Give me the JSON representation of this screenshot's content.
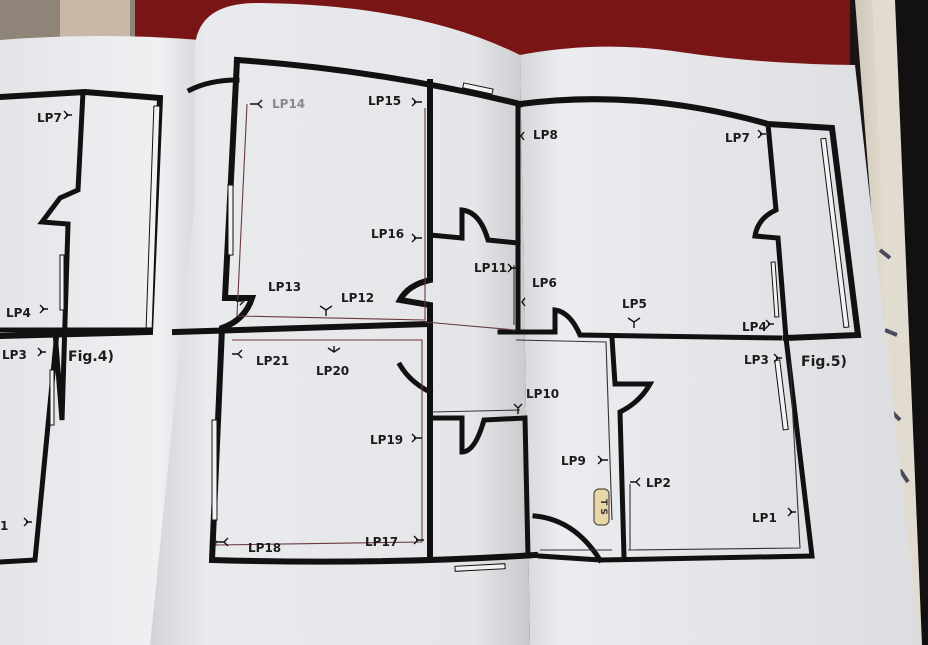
{
  "scene": {
    "description": "Photograph of an open book showing electrical lighting floor plans",
    "colors": {
      "backdrop_red": "#7a1516",
      "page_white": "#e9eaec",
      "wall_black": "#111111",
      "wire_red": "#6b3a3f",
      "panel_fill": "#e6d6a8"
    }
  },
  "figure4": {
    "caption": "Fig.4)",
    "labels": {
      "lp7": "LP7",
      "lp4": "LP4",
      "lp3": "LP3",
      "lp1_partial": "1"
    }
  },
  "figure5": {
    "caption": "Fig.5)",
    "panel_label": "T S",
    "labels": {
      "lp1": "LP1",
      "lp2": "LP2",
      "lp3": "LP3",
      "lp4": "LP4",
      "lp5": "LP5",
      "lp6": "LP6",
      "lp7": "LP7",
      "lp8": "LP8",
      "lp9": "LP9",
      "lp10": "LP10",
      "lp11": "LP11",
      "lp12": "LP12",
      "lp13": "LP13",
      "lp14": "LP14",
      "lp15": "LP15",
      "lp16": "LP16",
      "lp17": "LP17",
      "lp18": "LP18",
      "lp19": "LP19",
      "lp20": "LP20",
      "lp21": "LP21"
    }
  }
}
